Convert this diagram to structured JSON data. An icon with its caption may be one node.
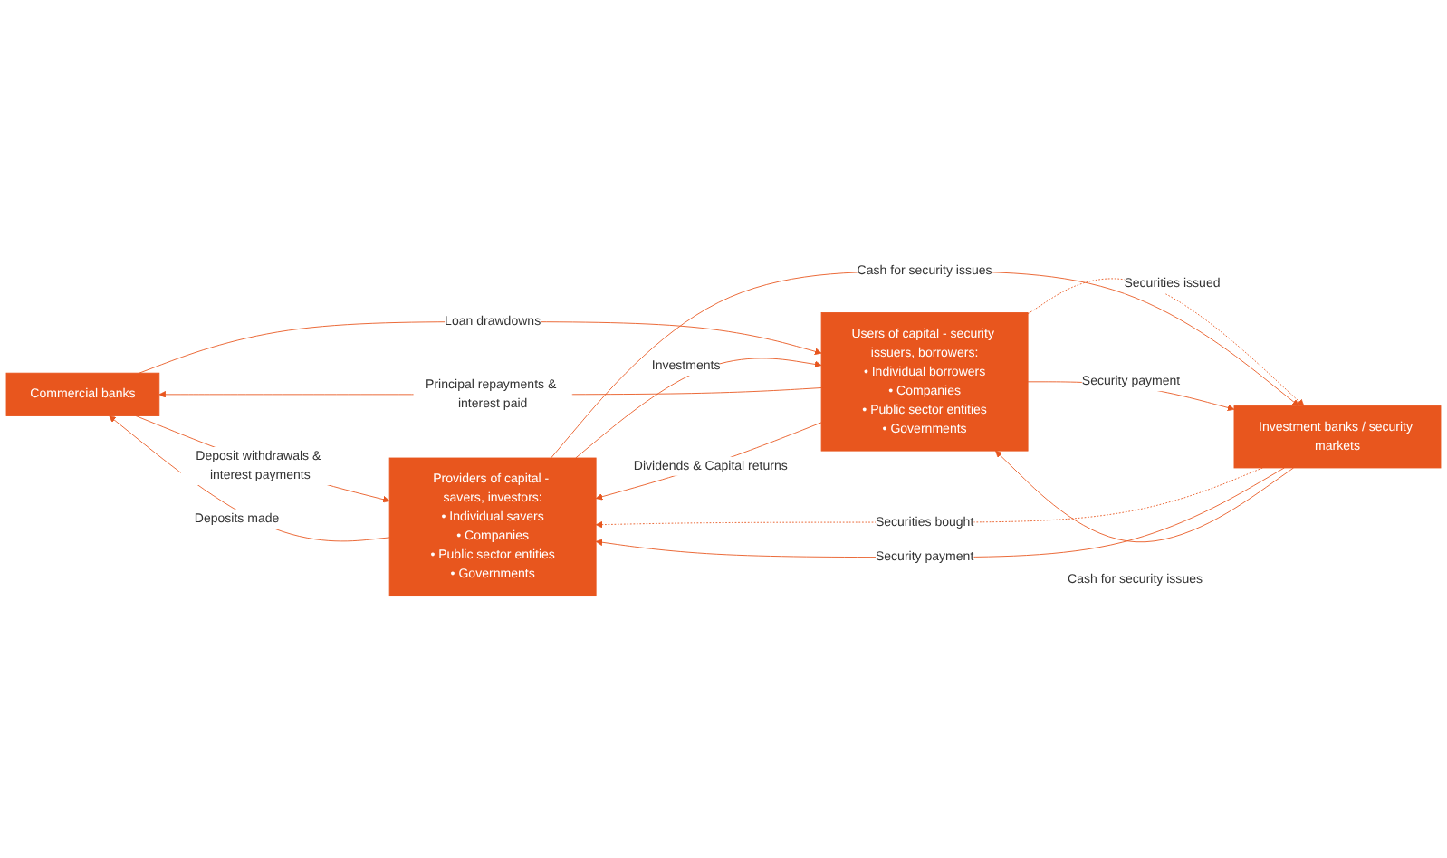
{
  "diagram": {
    "nodes": [
      {
        "text": [
          "Commercial banks"
        ]
      },
      {
        "text": [
          "Providers of capital - savers, investors:",
          "• Individual savers",
          "• Companies",
          "• Public sector entities",
          "• Governments"
        ]
      },
      {
        "text": [
          "Users of capital - security issuers, borrowers:",
          "• Individual borrowers",
          "• Companies",
          "• Public sector entities",
          "• Governments"
        ]
      },
      {
        "text": [
          "Investment banks / security markets"
        ]
      }
    ],
    "edges": [
      {
        "from": 1,
        "to": 0,
        "arrow": "to",
        "label": "Deposits made"
      },
      {
        "from": 0,
        "to": 1,
        "arrow": "to",
        "label": "Deposit withdrawals & interest payments"
      },
      {
        "from": 0,
        "to": 2,
        "arrow": "to",
        "label": "Loan drawdowns"
      },
      {
        "from": 2,
        "to": 0,
        "arrow": "to",
        "label": "Principal repayments & interest paid"
      },
      {
        "from": 1,
        "to": 2,
        "arrow": "to",
        "label": "Investments"
      },
      {
        "from": 2,
        "to": 1,
        "arrow": "to",
        "label": "Dividends & Capital returns"
      },
      {
        "from": 3,
        "to": 1,
        "arrow": "to",
        "label": "Securities bought",
        "style": "dashed"
      },
      {
        "from": 2,
        "to": 3,
        "arrow": "to",
        "label": "Securities issued",
        "style": "dashed"
      },
      {
        "from": 3,
        "to": 1,
        "arrow": "to",
        "label": "Security payment"
      },
      {
        "from": 1,
        "to": 3,
        "arrow": "to",
        "label": "Cash for security issues"
      },
      {
        "from": 2,
        "to": 3,
        "arrow": "to",
        "label": "Security payment"
      },
      {
        "from": 3,
        "to": 2,
        "arrow": "to",
        "label": "Cash for security issues"
      }
    ]
  }
}
